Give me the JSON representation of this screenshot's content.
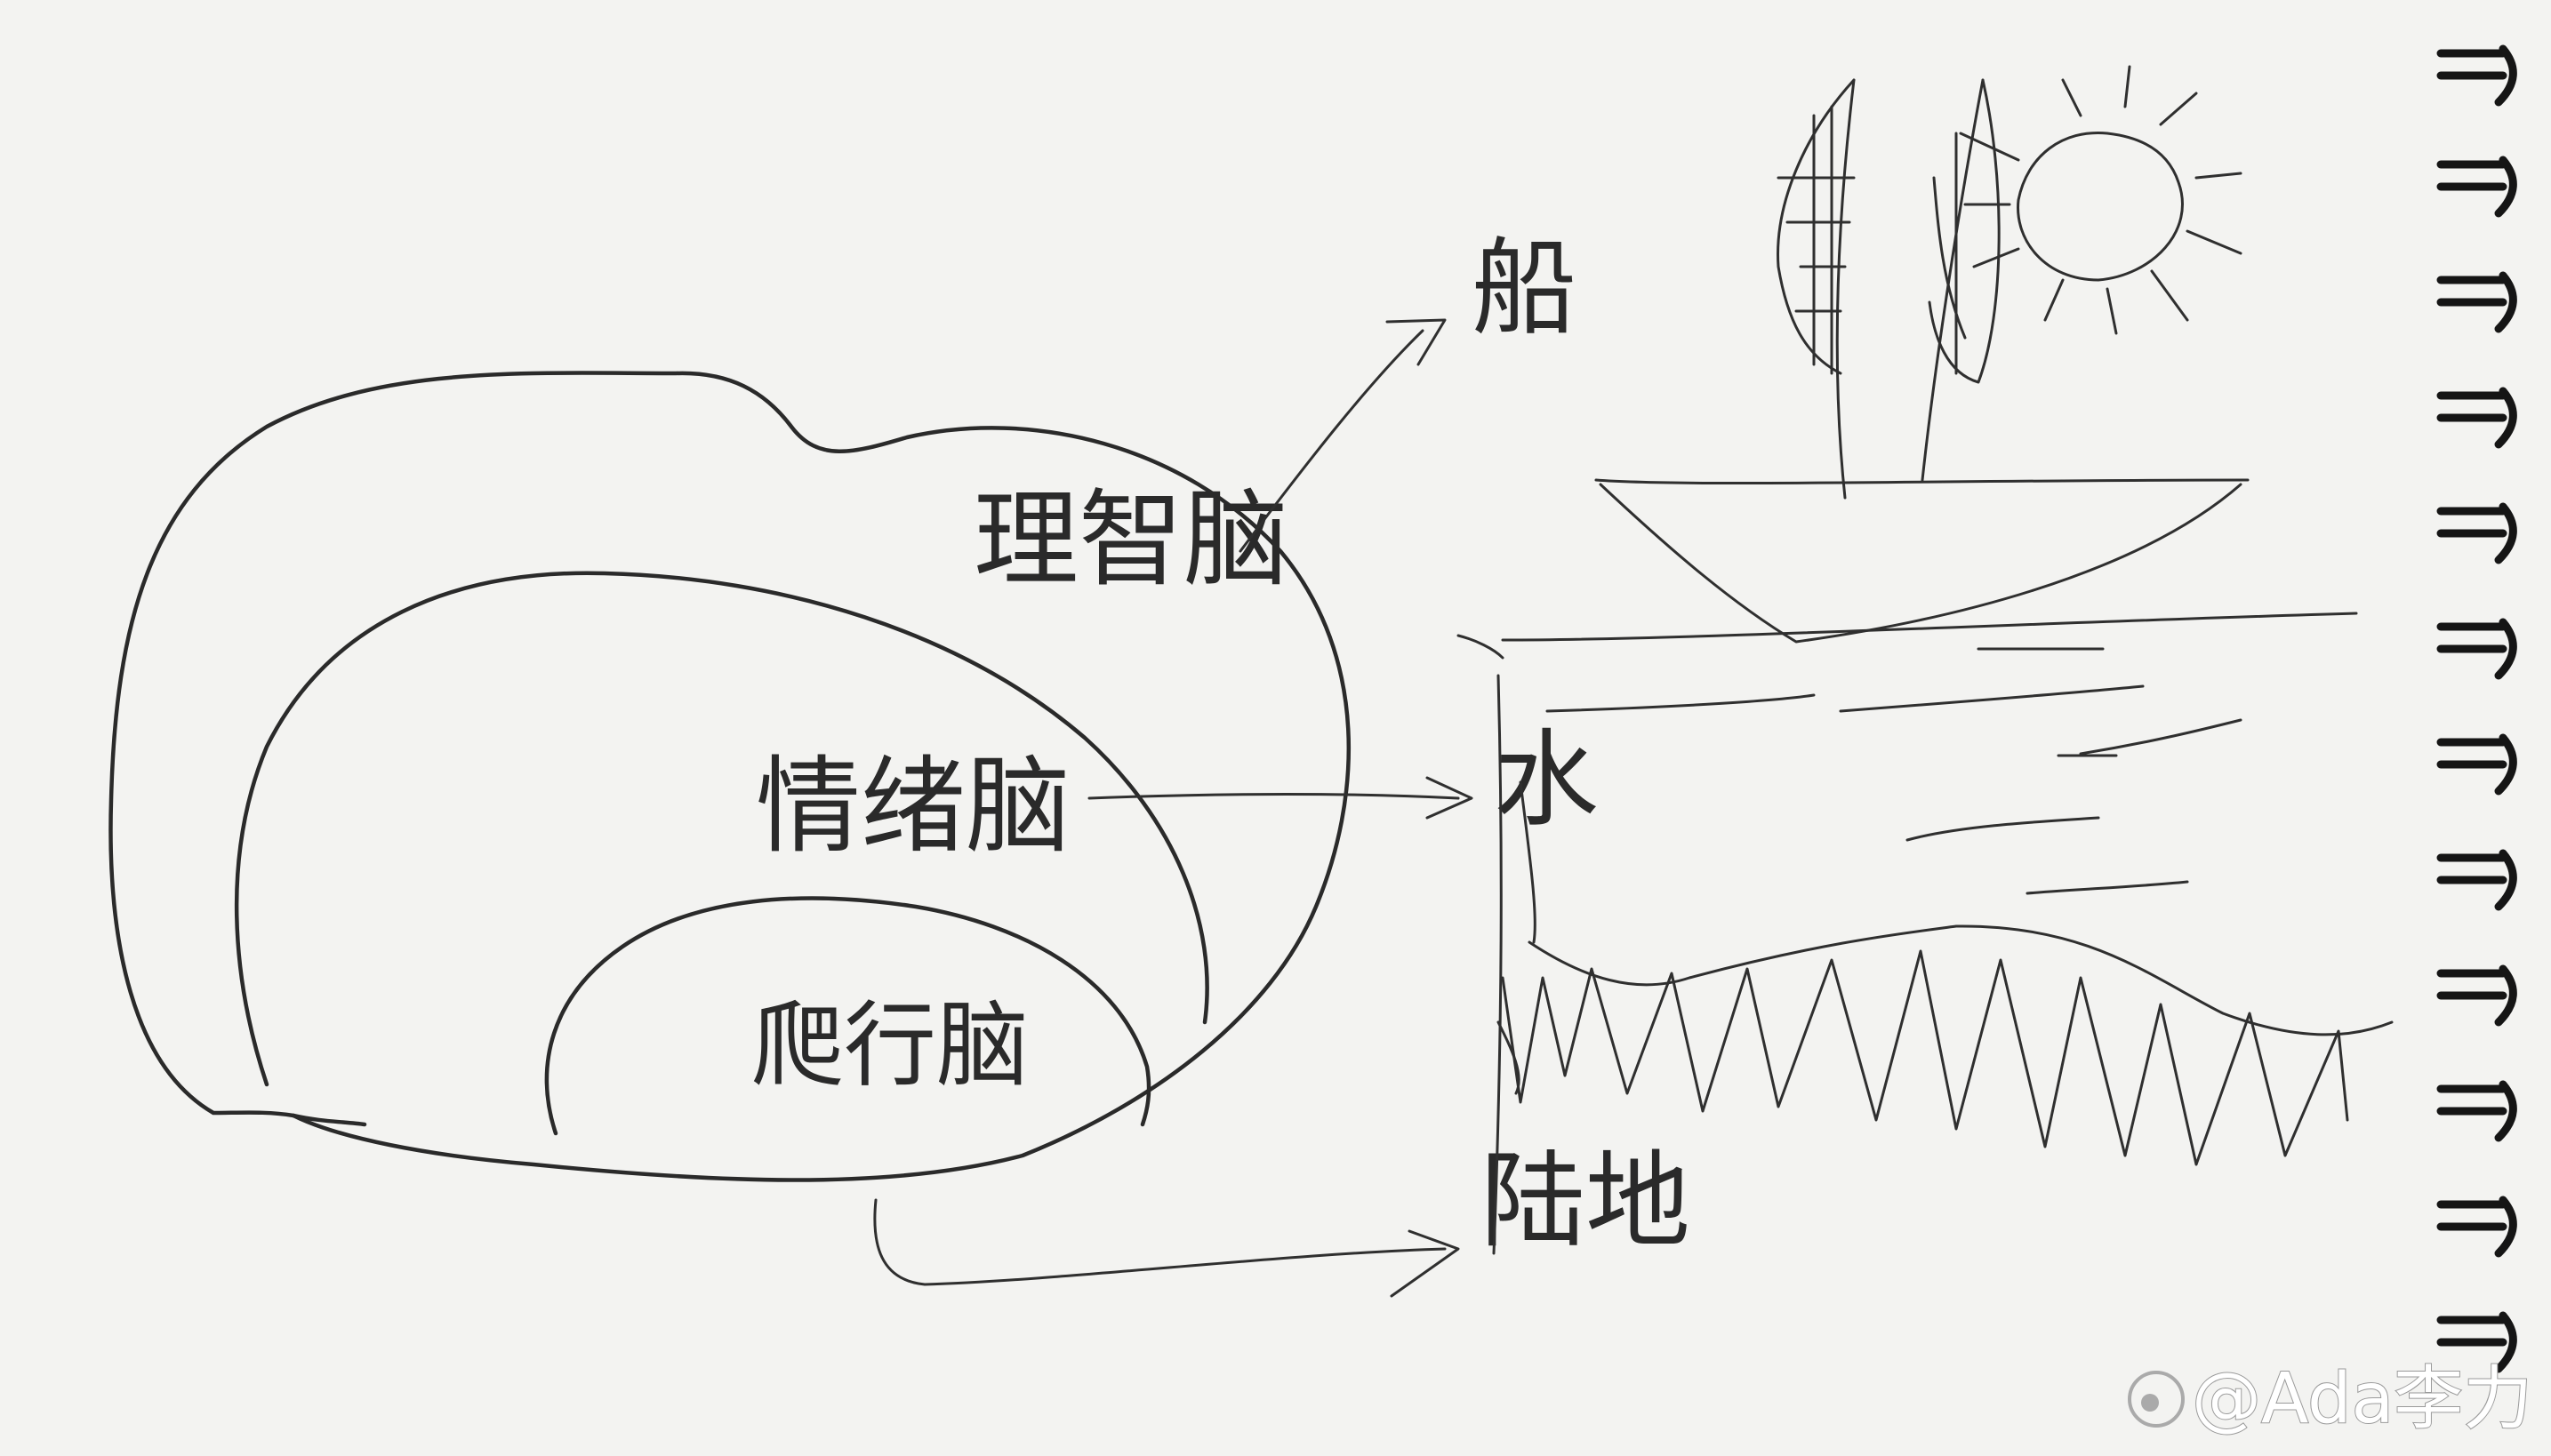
{
  "diagram": {
    "labels": {
      "rational_brain": "理智脑",
      "emotional_brain": "情绪脑",
      "reptilian_brain": "爬行脑",
      "boat": "船",
      "water": "水",
      "land": "陆地"
    },
    "watermark": "@Ada李力",
    "ink_color": "#2a2a2a",
    "paper_color": "#f3f3f1"
  }
}
